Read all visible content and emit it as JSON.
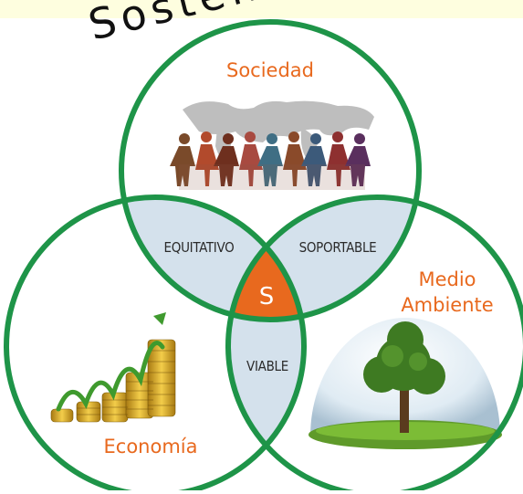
{
  "header": {
    "title_fragment": "Sostenibilidad",
    "background": "#fefedf"
  },
  "circles": {
    "sociedad": {
      "label": "Sociedad"
    },
    "medio_ambiente": {
      "label_line1": "Medio",
      "label_line2": "Ambiente"
    },
    "economia": {
      "label": "Economía"
    }
  },
  "overlaps": {
    "equitativo": "EQUITATIVO",
    "soportable": "SOPORTABLE",
    "viable": "VIABLE",
    "center": "S"
  },
  "colors": {
    "ring": "#1e9448",
    "label": "#e8691e",
    "overlap_fill": "#d4e1ec",
    "center_fill": "#e8691e"
  },
  "icons": {
    "sociedad": "people-holding-hands-over-world-map-icon",
    "economia": "growing-coin-stacks-with-arrow-icon",
    "medio_ambiente": "tree-in-glass-dome-icon"
  }
}
